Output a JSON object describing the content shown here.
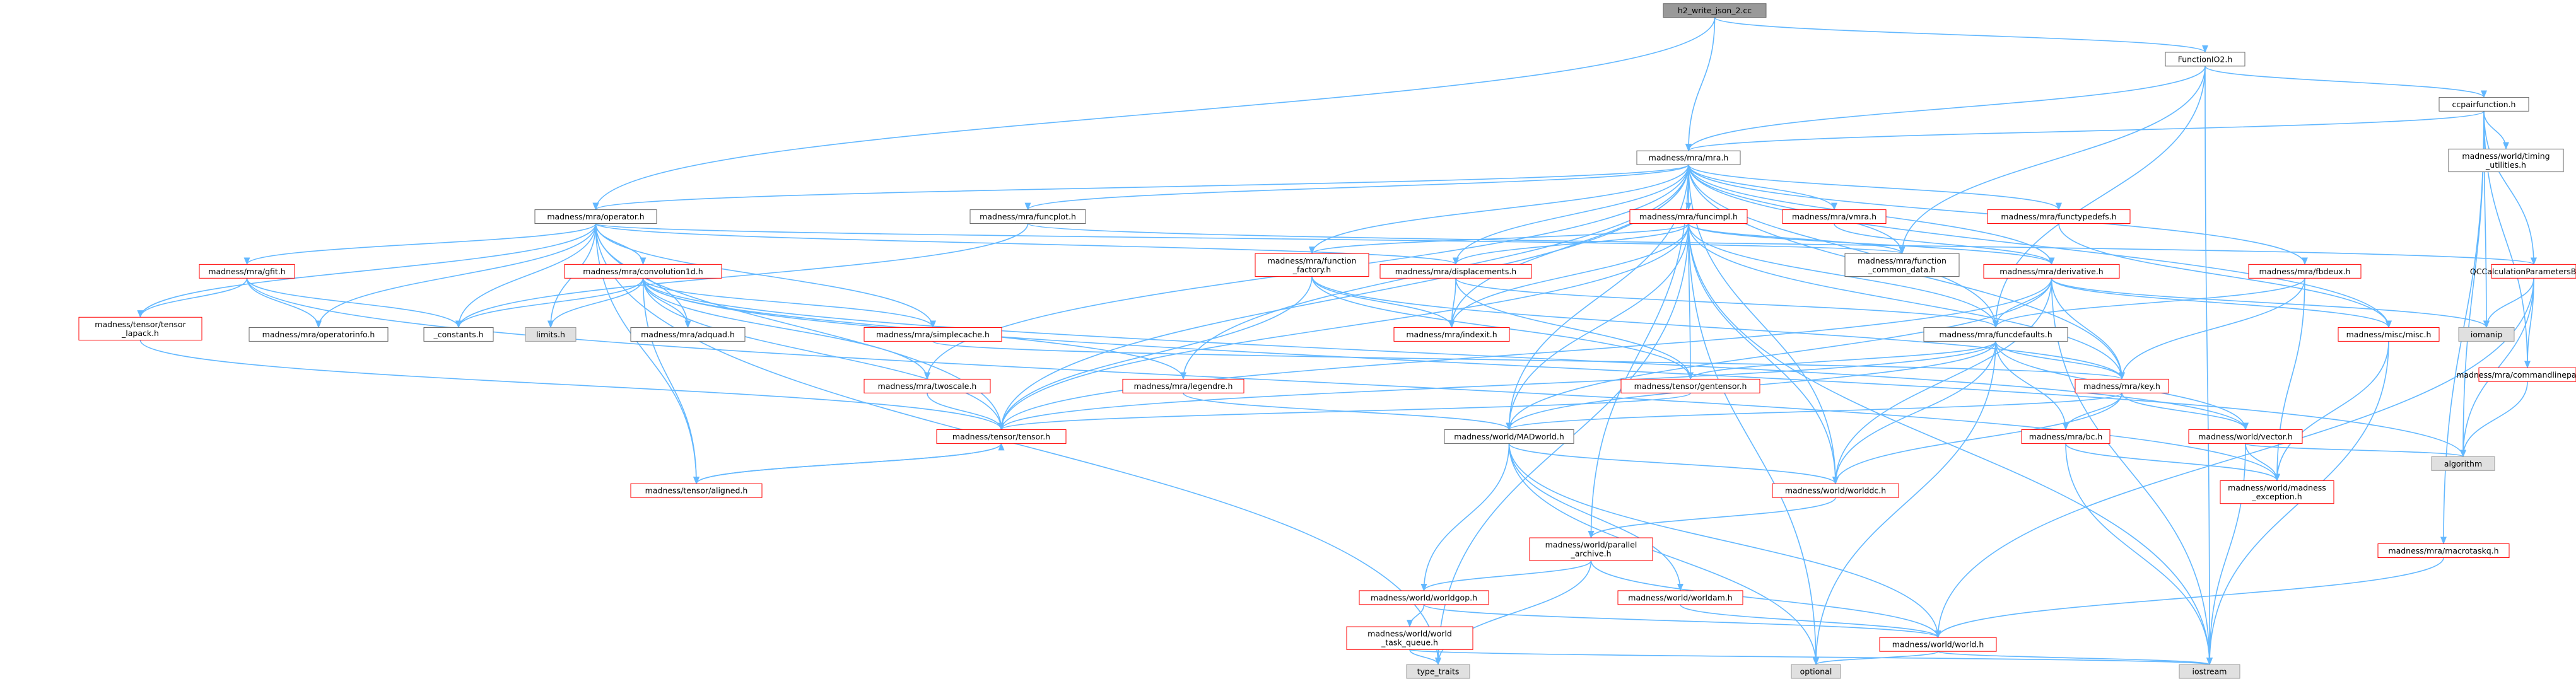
{
  "colors": {
    "edge": "#63b8ff",
    "normal_border": "#666666",
    "missing_border": "#ff0000",
    "root_fill": "#999999",
    "system_fill": "#e0e0e0",
    "normal_fill": "#ffffff"
  },
  "nodes": [
    {
      "id": "root",
      "label": "h2_write_json_2.cc",
      "kind": "root"
    },
    {
      "id": "functionio2",
      "label": "FunctionIO2.h",
      "kind": "normal"
    },
    {
      "id": "cpair",
      "label": "ccpairfunction.h",
      "kind": "normal"
    },
    {
      "id": "mra",
      "label": "madness/mra/mra.h",
      "kind": "normal"
    },
    {
      "id": "timing",
      "label": "madness/world/timing\n_utilities.h",
      "kind": "normal"
    },
    {
      "id": "operator",
      "label": "madness/mra/operator.h",
      "kind": "normal"
    },
    {
      "id": "funcplot",
      "label": "madness/mra/funcplot.h",
      "kind": "normal"
    },
    {
      "id": "funcimpl",
      "label": "madness/mra/funcimpl.h",
      "kind": "missing"
    },
    {
      "id": "vmra",
      "label": "madness/mra/vmra.h",
      "kind": "missing"
    },
    {
      "id": "functypedefs",
      "label": "madness/mra/functypedefs.h",
      "kind": "missing"
    },
    {
      "id": "gfit",
      "label": "madness/mra/gfit.h",
      "kind": "missing"
    },
    {
      "id": "conv1d",
      "label": "madness/mra/convolution1d.h",
      "kind": "missing"
    },
    {
      "id": "funcfactory",
      "label": "madness/mra/function\n_factory.h",
      "kind": "missing"
    },
    {
      "id": "displacements",
      "label": "madness/mra/displacements.h",
      "kind": "missing"
    },
    {
      "id": "funccommon",
      "label": "madness/mra/function\n_common_data.h",
      "kind": "normal"
    },
    {
      "id": "derivative",
      "label": "madness/mra/derivative.h",
      "kind": "missing"
    },
    {
      "id": "fbdeux",
      "label": "madness/mra/fbdeux.h",
      "kind": "missing"
    },
    {
      "id": "qccalc",
      "label": "QCCalculationParametersBase.h",
      "kind": "missing"
    },
    {
      "id": "tlapack",
      "label": "madness/tensor/tensor\n_lapack.h",
      "kind": "missing"
    },
    {
      "id": "operatorinfo",
      "label": "madness/mra/operatorinfo.h",
      "kind": "normal"
    },
    {
      "id": "constants",
      "label": "_constants.h",
      "kind": "normal"
    },
    {
      "id": "limits",
      "label": "limits.h",
      "kind": "system"
    },
    {
      "id": "adquad",
      "label": "madness/mra/adquad.h",
      "kind": "normal"
    },
    {
      "id": "simplecache",
      "label": "madness/mra/simplecache.h",
      "kind": "missing"
    },
    {
      "id": "indexit",
      "label": "madness/mra/indexit.h",
      "kind": "missing"
    },
    {
      "id": "funcdefaults",
      "label": "madness/mra/funcdefaults.h",
      "kind": "normal"
    },
    {
      "id": "iomanip",
      "label": "iomanip",
      "kind": "system"
    },
    {
      "id": "misc",
      "label": "madness/misc/misc.h",
      "kind": "missing"
    },
    {
      "id": "cmdline",
      "label": "madness/mra/commandlineparser.h",
      "kind": "missing"
    },
    {
      "id": "twoscale",
      "label": "madness/mra/twoscale.h",
      "kind": "missing"
    },
    {
      "id": "legendre",
      "label": "madness/mra/legendre.h",
      "kind": "missing"
    },
    {
      "id": "gentensor",
      "label": "madness/tensor/gentensor.h",
      "kind": "missing"
    },
    {
      "id": "key",
      "label": "madness/mra/key.h",
      "kind": "missing"
    },
    {
      "id": "tensor",
      "label": "madness/tensor/tensor.h",
      "kind": "missing"
    },
    {
      "id": "madworld",
      "label": "madness/world/MADworld.h",
      "kind": "normal"
    },
    {
      "id": "bc",
      "label": "madness/mra/bc.h",
      "kind": "missing"
    },
    {
      "id": "vector",
      "label": "madness/world/vector.h",
      "kind": "missing"
    },
    {
      "id": "algorithm",
      "label": "algorithm",
      "kind": "system"
    },
    {
      "id": "aligned",
      "label": "madness/tensor/aligned.h",
      "kind": "missing"
    },
    {
      "id": "worlddc",
      "label": "madness/world/worlddc.h",
      "kind": "missing"
    },
    {
      "id": "madexc",
      "label": "madness/world/madness\n_exception.h",
      "kind": "missing"
    },
    {
      "id": "parallel",
      "label": "madness/world/parallel\n_archive.h",
      "kind": "missing"
    },
    {
      "id": "macrotaskq",
      "label": "madness/mra/macrotaskq.h",
      "kind": "missing"
    },
    {
      "id": "worldgop",
      "label": "madness/world/worldgop.h",
      "kind": "missing"
    },
    {
      "id": "worldam",
      "label": "madness/world/worldam.h",
      "kind": "missing"
    },
    {
      "id": "wtq",
      "label": "madness/world/world\n_task_queue.h",
      "kind": "missing"
    },
    {
      "id": "world",
      "label": "madness/world/world.h",
      "kind": "missing"
    },
    {
      "id": "typetraits",
      "label": "type_traits",
      "kind": "system"
    },
    {
      "id": "optional",
      "label": "optional",
      "kind": "system"
    },
    {
      "id": "iostream",
      "label": "iostream",
      "kind": "system"
    }
  ]
}
